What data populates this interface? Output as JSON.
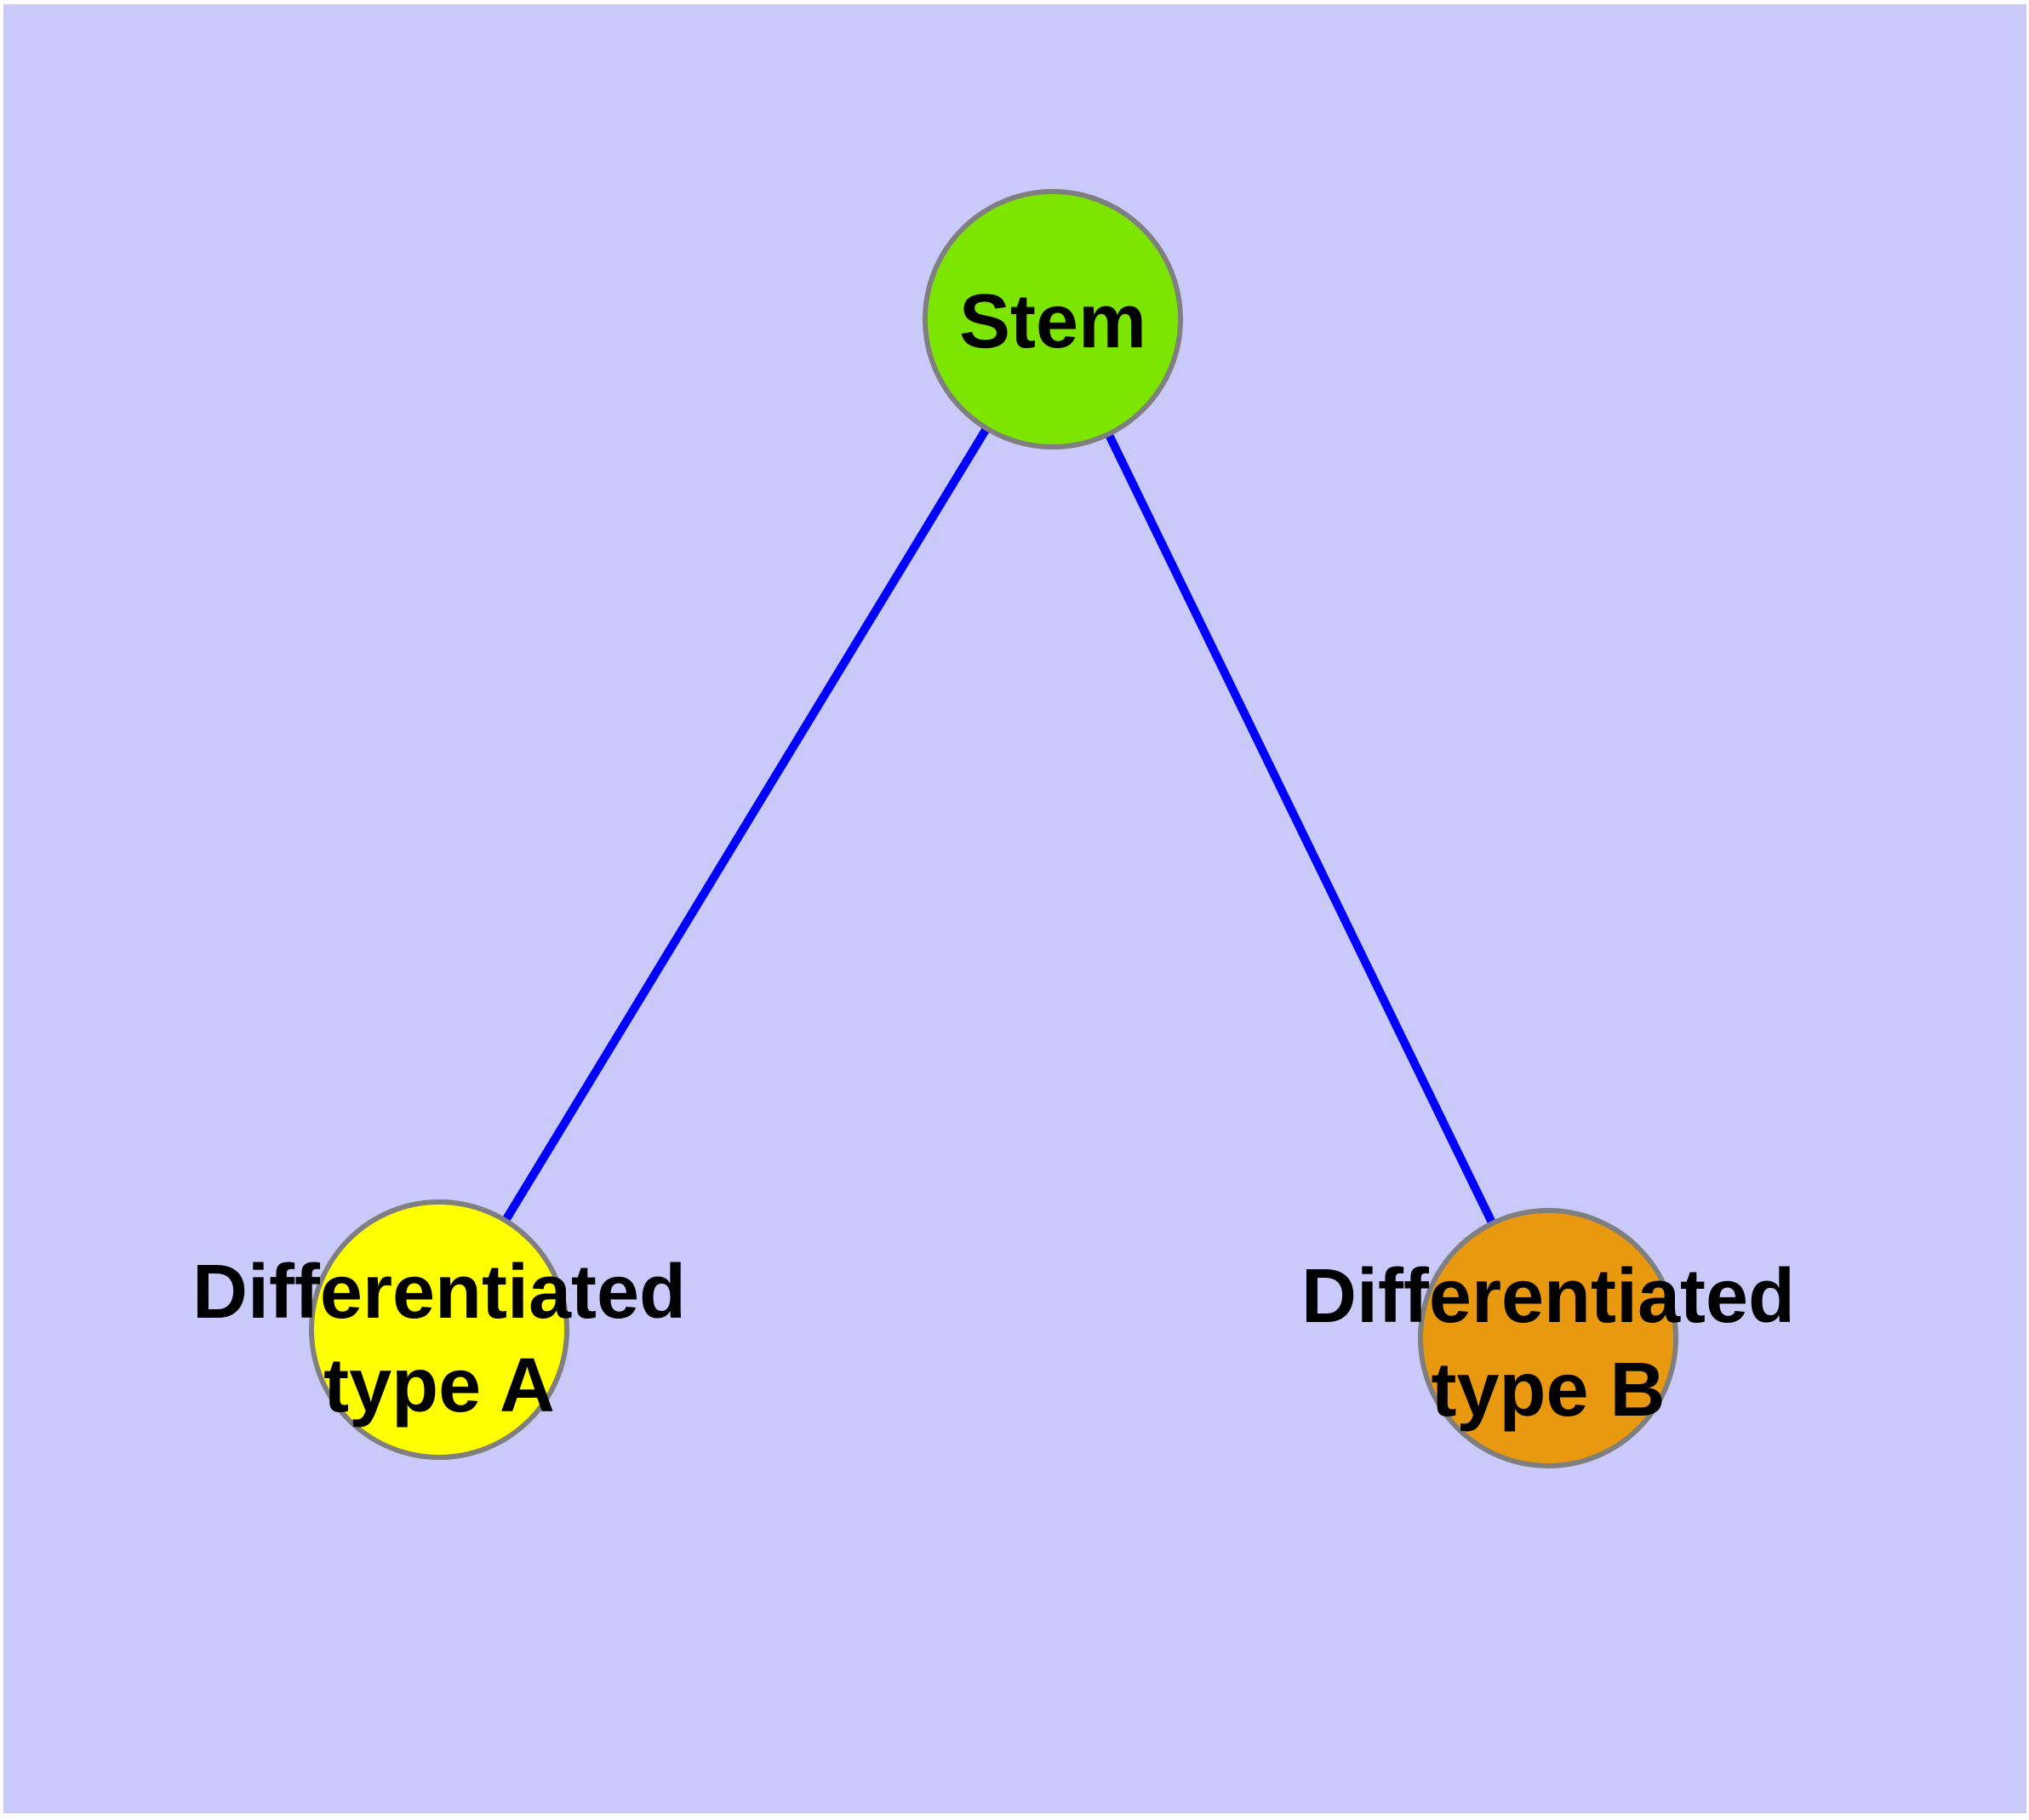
{
  "diagram": {
    "background_color": "#cacafa",
    "margin_color": "#ffffff",
    "edge_color": "#0000ff",
    "node_border_color": "#7f7f7f",
    "label_color": "#000000",
    "nodes": [
      {
        "id": "stem",
        "label": "Stem",
        "fill": "#7de600"
      },
      {
        "id": "type_a",
        "label": "Differentiated type A",
        "label_line1": "Differentiated",
        "label_line2": "type A",
        "fill": "#ffff00"
      },
      {
        "id": "type_b",
        "label": "Differentiated type B",
        "label_line1": "Differentiated",
        "label_line2": "type B",
        "fill": "#e8990f"
      }
    ],
    "edges": [
      {
        "from": "Stem",
        "to": "Differentiated type A"
      },
      {
        "from": "Stem",
        "to": "Differentiated type B"
      }
    ]
  }
}
